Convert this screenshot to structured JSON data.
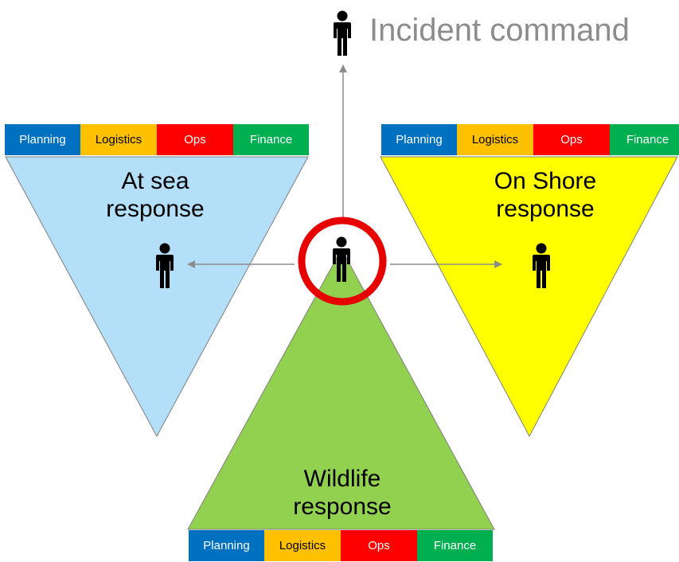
{
  "title": "Incident command",
  "colors": {
    "at_sea": "#b3dff9",
    "on_shore": "#ffff00",
    "wildlife": "#92d050",
    "highlight": "#e60000",
    "planning": "#0070c0",
    "logistics": "#ffc000",
    "ops": "#ff0000",
    "finance": "#00b050"
  },
  "sections": {
    "at_sea": {
      "label_line1": "At sea",
      "label_line2": "response",
      "bar": [
        "Planning",
        "Logistics",
        "Ops",
        "Finance"
      ]
    },
    "on_shore": {
      "label_line1": "On Shore",
      "label_line2": "response",
      "bar": [
        "Planning",
        "Logistics",
        "Ops",
        "Finance"
      ]
    },
    "wildlife": {
      "label_line1": "Wildlife",
      "label_line2": "response",
      "bar": [
        "Planning",
        "Logistics",
        "Ops",
        "Finance"
      ]
    }
  },
  "icons": [
    "person-icon"
  ]
}
